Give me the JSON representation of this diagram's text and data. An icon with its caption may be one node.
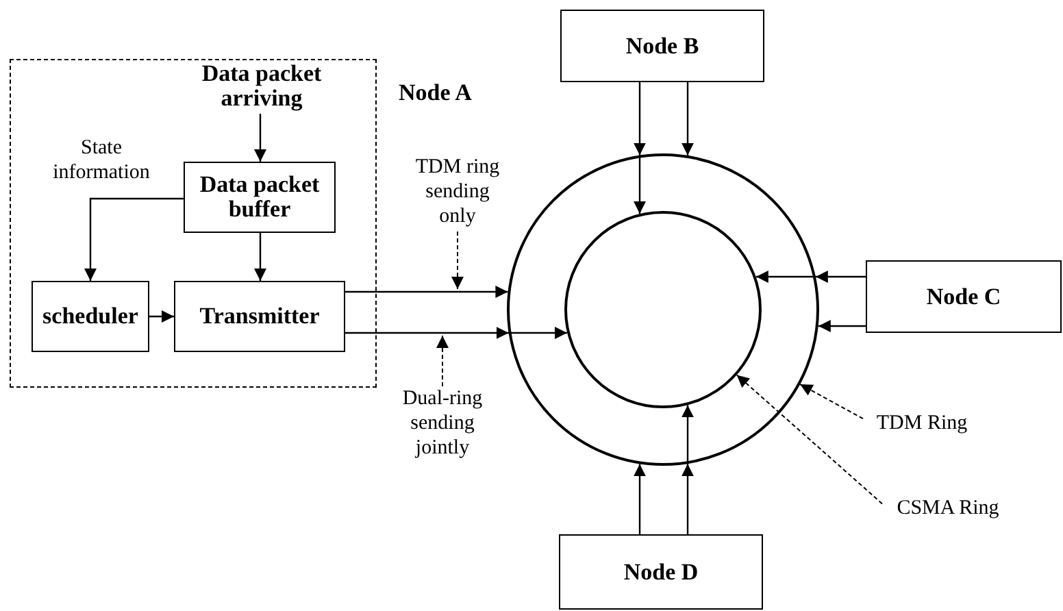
{
  "diagram": {
    "nodes": [
      {
        "text": [
          "Node A"
        ]
      },
      {
        "text": [
          "Data packet arriving"
        ],
        "in": 0
      },
      {
        "text": [
          "Data packet buffer"
        ],
        "in": 0
      },
      {
        "text": [
          "scheduler"
        ],
        "in": 0
      },
      {
        "text": [
          "Transmitter"
        ],
        "in": 0
      },
      {
        "text": [
          "Node B"
        ]
      },
      {
        "text": [
          "Node C"
        ]
      },
      {
        "text": [
          "Node D"
        ]
      },
      {
        "text": [],
        "shape": "circle"
      },
      {
        "text": [],
        "shape": "circle",
        "in": 8
      },
      {
        "text": [
          "TDM Ring"
        ]
      },
      {
        "text": [
          "CSMA Ring"
        ]
      },
      {
        "text": [
          "TDM ring sending only"
        ]
      },
      {
        "text": [
          "Dual-ring sending jointly"
        ]
      }
    ],
    "edges": [
      {
        "from": 1,
        "to": 2,
        "arrow": "to"
      },
      {
        "from": 2,
        "to": 3,
        "arrow": "to",
        "label": "State information"
      },
      {
        "from": 2,
        "to": 4,
        "arrow": "to"
      },
      {
        "from": 3,
        "to": 4,
        "arrow": "to"
      },
      {
        "from": 4,
        "to": 8,
        "arrow": "to"
      },
      {
        "from": 4,
        "to": 9,
        "arrow": "to"
      },
      {
        "from": 5,
        "to": 9,
        "arrow": "to"
      },
      {
        "from": 5,
        "to": 8,
        "arrow": "to"
      },
      {
        "from": 6,
        "to": 9,
        "arrow": "to"
      },
      {
        "from": 6,
        "to": 8,
        "arrow": "to"
      },
      {
        "from": 7,
        "to": 8,
        "arrow": "to"
      },
      {
        "from": 7,
        "to": 9,
        "arrow": "to"
      },
      {
        "from": 12,
        "to": null,
        "arrow": "to",
        "style": "dashed"
      },
      {
        "from": 13,
        "to": null,
        "arrow": "to",
        "style": "dashed"
      },
      {
        "from": 10,
        "to": 8,
        "arrow": "to",
        "style": "dashed"
      },
      {
        "from": 11,
        "to": 9,
        "arrow": "to",
        "style": "dashed"
      }
    ]
  }
}
